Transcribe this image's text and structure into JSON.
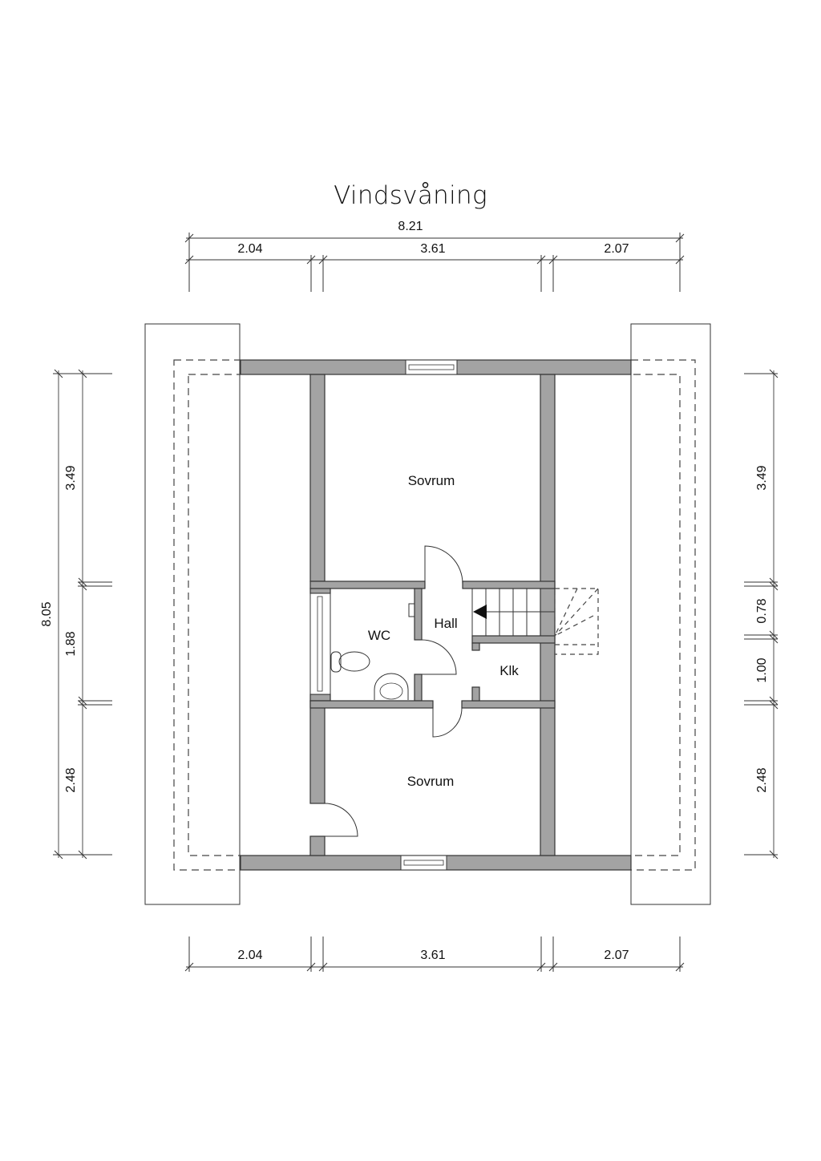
{
  "plan": {
    "title": "Vindsvåning",
    "rooms": {
      "sovrum_top": "Sovrum",
      "sovrum_bottom": "Sovrum",
      "wc": "WC",
      "hall": "Hall",
      "klk": "Klk"
    },
    "dimensions": {
      "top_total": "8.21",
      "top_segments": [
        "2.04",
        "3.61",
        "2.07"
      ],
      "bottom_segments": [
        "2.04",
        "3.61",
        "2.07"
      ],
      "left_total": "8.05",
      "left_segments": [
        "3.49",
        "1.88",
        "2.48"
      ],
      "right_segments": [
        "3.49",
        "0.78",
        "1.00",
        "2.48"
      ]
    },
    "colors": {
      "wall_fill": "#a3a3a3",
      "line": "#333333",
      "background": "#ffffff"
    }
  }
}
